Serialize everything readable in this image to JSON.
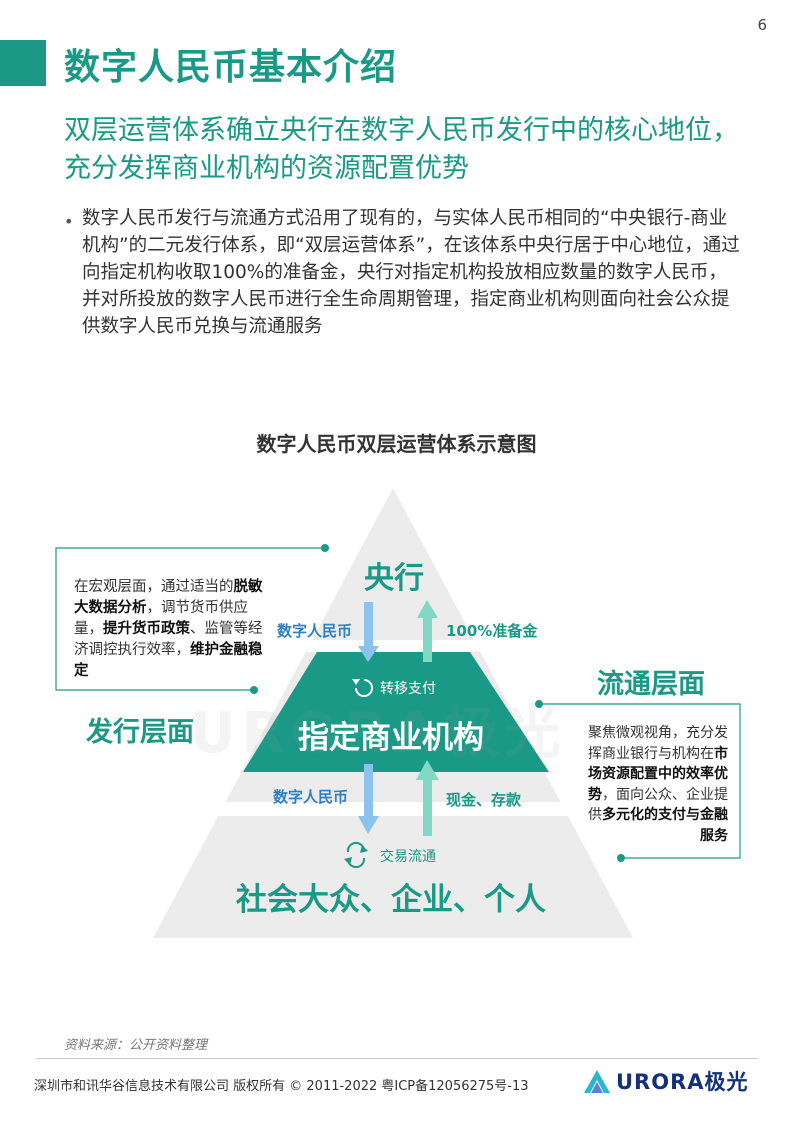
{
  "page": {
    "number": "6",
    "title": "数字人民币基本介绍",
    "subtitle": "双层运营体系确立央行在数字人民币发行中的核心地位，充分发挥商业机构的资源配置优势",
    "bullet": "数字人民币发行与流通方式沿用了现有的，与实体人民币相同的“中央银行-商业机构”的二元发行体系，即“双层运营体系”，在该体系中央行居于中心地位，通过向指定机构收取100%的准备金，央行对指定机构投放相应数量的数字人民币，并对所投放的数字人民币进行全生命周期管理，指定商业机构则面向社会公众提供数字人民币兑换与流通服务"
  },
  "diagram": {
    "title": "数字人民币双层运营体系示意图",
    "tiers": {
      "top": "央行",
      "middle": "指定商业机构",
      "bottom": "社会大众、企业、个人"
    },
    "middle_tag": "转移支付",
    "bottom_tag": "交易流通",
    "arrows": {
      "down_1": "数字人民币",
      "up_1": "100%准备金",
      "down_2": "数字人民币",
      "up_2": "现金、存款"
    },
    "side_labels": {
      "issuance": "发行层面",
      "circulation": "流通层面"
    },
    "left_note": {
      "t1": "在宏观层面，通过适当的",
      "b1": "脱敏大数据分析",
      "t2": "，调节货币供应量，",
      "b2": "提升货币政策",
      "t3": "、监管等经济调控执行效率，",
      "b3": "维护金融稳定"
    },
    "right_note": {
      "t1": "聚焦微观视角，充分发挥商业银行与机构在",
      "b1": "市场资源配置中的效率优势",
      "t2": "，面向公众、企业提供",
      "b2": "多元化的支付与金融服务"
    },
    "watermark": "URORA极光"
  },
  "source": "资料来源：公开资料整理",
  "footer": {
    "text": "深圳市和讯华谷信息技术有限公司 版权所有 © 2011-2022 粤ICP备12056275号-13",
    "brand": "URORA极光"
  },
  "colors": {
    "accent": "#1a9a86",
    "blue_arrow": "#8cc3ee",
    "green_arrow": "#82d8c4",
    "pyramid_grey": "#ececec"
  }
}
